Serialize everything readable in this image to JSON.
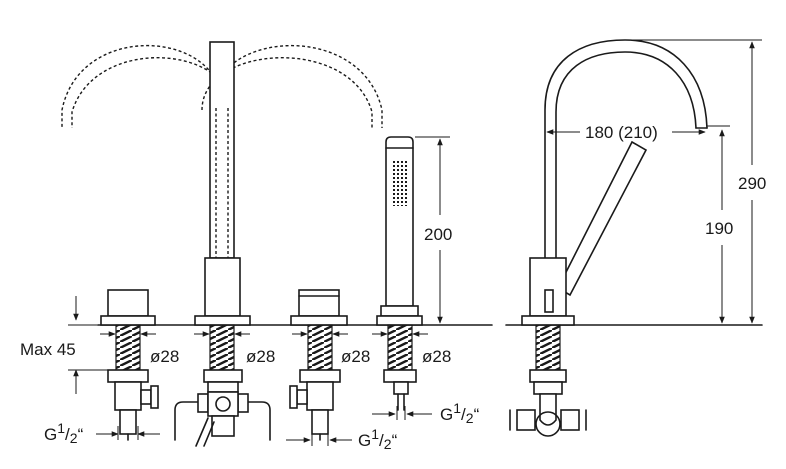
{
  "dimensions": {
    "max_height": "Max 45",
    "diameter_1": "ø28",
    "diameter_2": "ø28",
    "diameter_3": "ø28",
    "diameter_4": "ø28",
    "hand_shower_height": "200",
    "spout_reach": "180 (210)",
    "total_height": "290",
    "spout_height": "190"
  },
  "thread_labels": {
    "thread_left": {
      "main": "G",
      "sup": "1",
      "sub": "2",
      "quote": "“"
    },
    "thread_middle": {
      "main": "G",
      "sup": "1",
      "sub": "2",
      "quote": "“"
    },
    "thread_right": {
      "main": "G",
      "sup": "1",
      "sub": "2",
      "quote": "“"
    }
  }
}
